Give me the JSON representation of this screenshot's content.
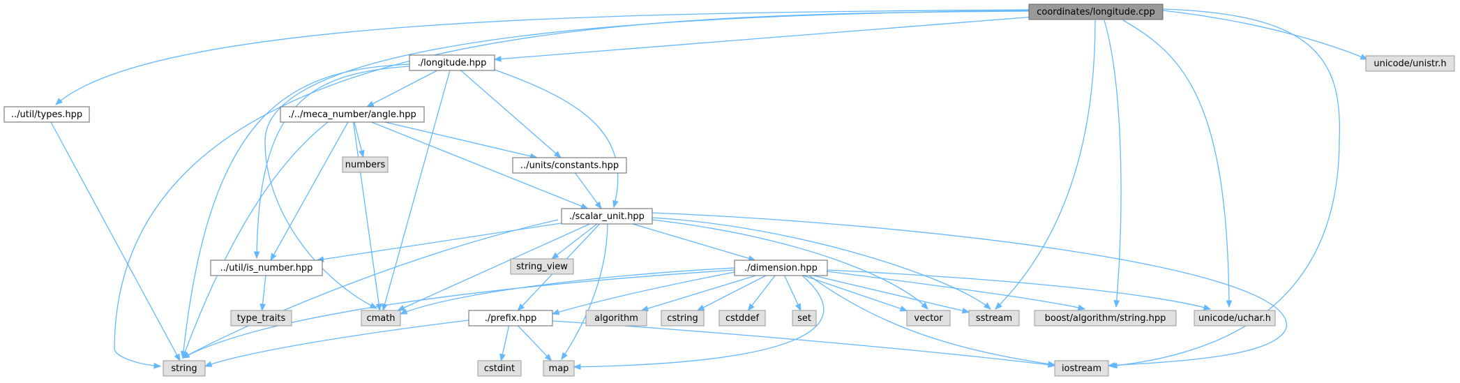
{
  "colors": {
    "edge": "#63b8ff",
    "root_fill": "#999999",
    "root_stroke": "#666666",
    "file_fill": "#ffffff",
    "file_stroke": "#666666",
    "system_fill": "#e0e0e0",
    "system_stroke": "#999999"
  },
  "nodes": [
    {
      "id": "root",
      "label": "coordinates/longitude.cpp",
      "kind": "root"
    },
    {
      "id": "longitude",
      "label": "./longitude.hpp",
      "kind": "file"
    },
    {
      "id": "types",
      "label": "../util/types.hpp",
      "kind": "file"
    },
    {
      "id": "unistr",
      "label": "unicode/unistr.h",
      "kind": "system"
    },
    {
      "id": "angle",
      "label": "./../meca_number/angle.hpp",
      "kind": "file"
    },
    {
      "id": "numbers",
      "label": "numbers",
      "kind": "system"
    },
    {
      "id": "constants",
      "label": "../units/constants.hpp",
      "kind": "file"
    },
    {
      "id": "scalar",
      "label": "./scalar_unit.hpp",
      "kind": "file"
    },
    {
      "id": "string_view",
      "label": "string_view",
      "kind": "system"
    },
    {
      "id": "isnum",
      "label": "../util/is_number.hpp",
      "kind": "file"
    },
    {
      "id": "dimension",
      "label": "./dimension.hpp",
      "kind": "file"
    },
    {
      "id": "type_traits",
      "label": "type_traits",
      "kind": "system"
    },
    {
      "id": "cmath",
      "label": "cmath",
      "kind": "system"
    },
    {
      "id": "prefix",
      "label": "./prefix.hpp",
      "kind": "file"
    },
    {
      "id": "algorithm",
      "label": "algorithm",
      "kind": "system"
    },
    {
      "id": "cstring",
      "label": "cstring",
      "kind": "system"
    },
    {
      "id": "cstddef",
      "label": "cstddef",
      "kind": "system"
    },
    {
      "id": "set",
      "label": "set",
      "kind": "system"
    },
    {
      "id": "vector",
      "label": "vector",
      "kind": "system"
    },
    {
      "id": "sstream",
      "label": "sstream",
      "kind": "system"
    },
    {
      "id": "boost",
      "label": "boost/algorithm/string.hpp",
      "kind": "system"
    },
    {
      "id": "uchar",
      "label": "unicode/uchar.h",
      "kind": "system"
    },
    {
      "id": "string",
      "label": "string",
      "kind": "system"
    },
    {
      "id": "cstdint",
      "label": "cstdint",
      "kind": "system"
    },
    {
      "id": "map",
      "label": "map",
      "kind": "system"
    },
    {
      "id": "iostream",
      "label": "iostream",
      "kind": "system"
    }
  ],
  "edges": [
    {
      "from": "root",
      "to": "longitude"
    },
    {
      "from": "root",
      "to": "types"
    },
    {
      "from": "root",
      "to": "unistr"
    },
    {
      "from": "root",
      "to": "cmath"
    },
    {
      "from": "root",
      "to": "string"
    },
    {
      "from": "root",
      "to": "sstream"
    },
    {
      "from": "root",
      "to": "boost"
    },
    {
      "from": "root",
      "to": "uchar"
    },
    {
      "from": "root",
      "to": "iostream"
    },
    {
      "from": "types",
      "to": "string"
    },
    {
      "from": "longitude",
      "to": "angle"
    },
    {
      "from": "longitude",
      "to": "constants"
    },
    {
      "from": "longitude",
      "to": "scalar"
    },
    {
      "from": "longitude",
      "to": "isnum"
    },
    {
      "from": "longitude",
      "to": "cmath"
    },
    {
      "from": "longitude",
      "to": "string"
    },
    {
      "from": "angle",
      "to": "numbers"
    },
    {
      "from": "angle",
      "to": "constants"
    },
    {
      "from": "angle",
      "to": "scalar"
    },
    {
      "from": "angle",
      "to": "isnum"
    },
    {
      "from": "angle",
      "to": "cmath"
    },
    {
      "from": "angle",
      "to": "string"
    },
    {
      "from": "constants",
      "to": "scalar"
    },
    {
      "from": "scalar",
      "to": "isnum"
    },
    {
      "from": "scalar",
      "to": "string_view"
    },
    {
      "from": "scalar",
      "to": "dimension"
    },
    {
      "from": "scalar",
      "to": "cmath"
    },
    {
      "from": "scalar",
      "to": "prefix"
    },
    {
      "from": "scalar",
      "to": "string"
    },
    {
      "from": "scalar",
      "to": "map"
    },
    {
      "from": "scalar",
      "to": "vector"
    },
    {
      "from": "scalar",
      "to": "sstream"
    },
    {
      "from": "scalar",
      "to": "iostream"
    },
    {
      "from": "isnum",
      "to": "type_traits"
    },
    {
      "from": "dimension",
      "to": "cmath"
    },
    {
      "from": "dimension",
      "to": "prefix"
    },
    {
      "from": "dimension",
      "to": "algorithm"
    },
    {
      "from": "dimension",
      "to": "cstring"
    },
    {
      "from": "dimension",
      "to": "cstddef"
    },
    {
      "from": "dimension",
      "to": "set"
    },
    {
      "from": "dimension",
      "to": "vector"
    },
    {
      "from": "dimension",
      "to": "sstream"
    },
    {
      "from": "dimension",
      "to": "boost"
    },
    {
      "from": "dimension",
      "to": "uchar"
    },
    {
      "from": "dimension",
      "to": "string"
    },
    {
      "from": "dimension",
      "to": "map"
    },
    {
      "from": "dimension",
      "to": "iostream"
    },
    {
      "from": "prefix",
      "to": "string"
    },
    {
      "from": "prefix",
      "to": "cstdint"
    },
    {
      "from": "prefix",
      "to": "map"
    },
    {
      "from": "prefix",
      "to": "iostream"
    }
  ]
}
